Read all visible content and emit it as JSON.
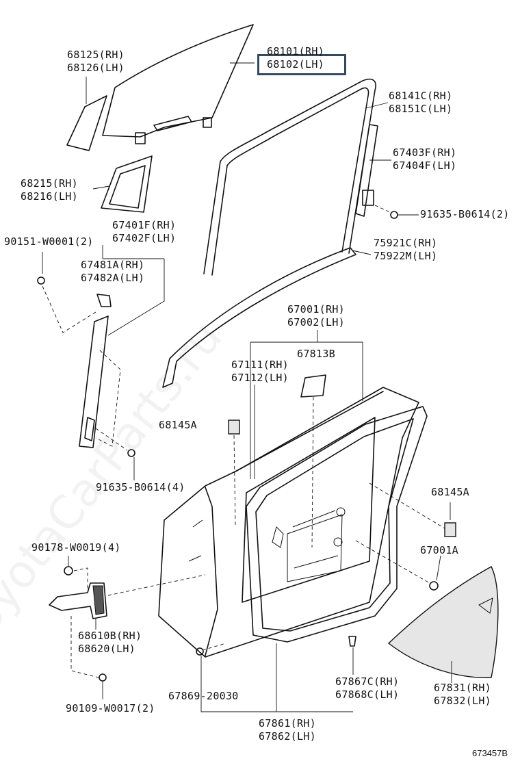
{
  "diagram": {
    "watermark": "ToyotaCarParts.ru",
    "illustration_code": "673457B",
    "highlighted_part": "68102 (LH)",
    "labels": [
      {
        "id": "window-glass",
        "line1": "68101(RH)",
        "line2": "68102(LH)"
      },
      {
        "id": "quarter-glass",
        "line1": "68125(RH)",
        "line2": "68126(LH)"
      },
      {
        "id": "glass-run",
        "line1": "68141C(RH)",
        "line2": "68151C(LH)"
      },
      {
        "id": "glass-channel",
        "line1": "67403F(RH)",
        "line2": "67404F(LH)"
      },
      {
        "id": "screw-91635-upper",
        "line1": "91635-B0614(2)",
        "line2": ""
      },
      {
        "id": "quarter-weatherstrip",
        "line1": "68215(RH)",
        "line2": "68216(LH)"
      },
      {
        "id": "frame-sub-assy",
        "line1": "67401F(RH)",
        "line2": "67402F(LH)"
      },
      {
        "id": "bolt-90151",
        "line1": "90151-W0001(2)",
        "line2": ""
      },
      {
        "id": "channel-bracket",
        "line1": "67481A(RH)",
        "line2": "67482A(LH)"
      },
      {
        "id": "belt-moulding",
        "line1": "75921C(RH)",
        "line2": "75922M(LH)"
      },
      {
        "id": "door-panel",
        "line1": "67001(RH)",
        "line2": "67002(LH)"
      },
      {
        "id": "door-plug",
        "line1": "67813B",
        "line2": ""
      },
      {
        "id": "door-outer-panel",
        "line1": "67111(RH)",
        "line2": "67112(LH)"
      },
      {
        "id": "cushion-left",
        "line1": "68145A",
        "line2": ""
      },
      {
        "id": "screw-91635-lower",
        "line1": "91635-B0614(4)",
        "line2": ""
      },
      {
        "id": "cushion-right",
        "line1": "68145A",
        "line2": ""
      },
      {
        "id": "hole-plug",
        "line1": "67001A",
        "line2": ""
      },
      {
        "id": "bolt-90178",
        "line1": "90178-W0019(4)",
        "line2": ""
      },
      {
        "id": "door-check",
        "line1": "68610B(RH)",
        "line2": "68620(LH)"
      },
      {
        "id": "service-hole-cover",
        "line1": "67831(RH)",
        "line2": "67832(LH)"
      },
      {
        "id": "clip-67867",
        "line1": "67867C(RH)",
        "line2": "67868C(LH)"
      },
      {
        "id": "clip-67869",
        "line1": "67869-20030",
        "line2": ""
      },
      {
        "id": "bolt-90109",
        "line1": "90109-W0017(2)",
        "line2": ""
      },
      {
        "id": "weatherstrip",
        "line1": "67861(RH)",
        "line2": "67862(LH)"
      }
    ]
  }
}
